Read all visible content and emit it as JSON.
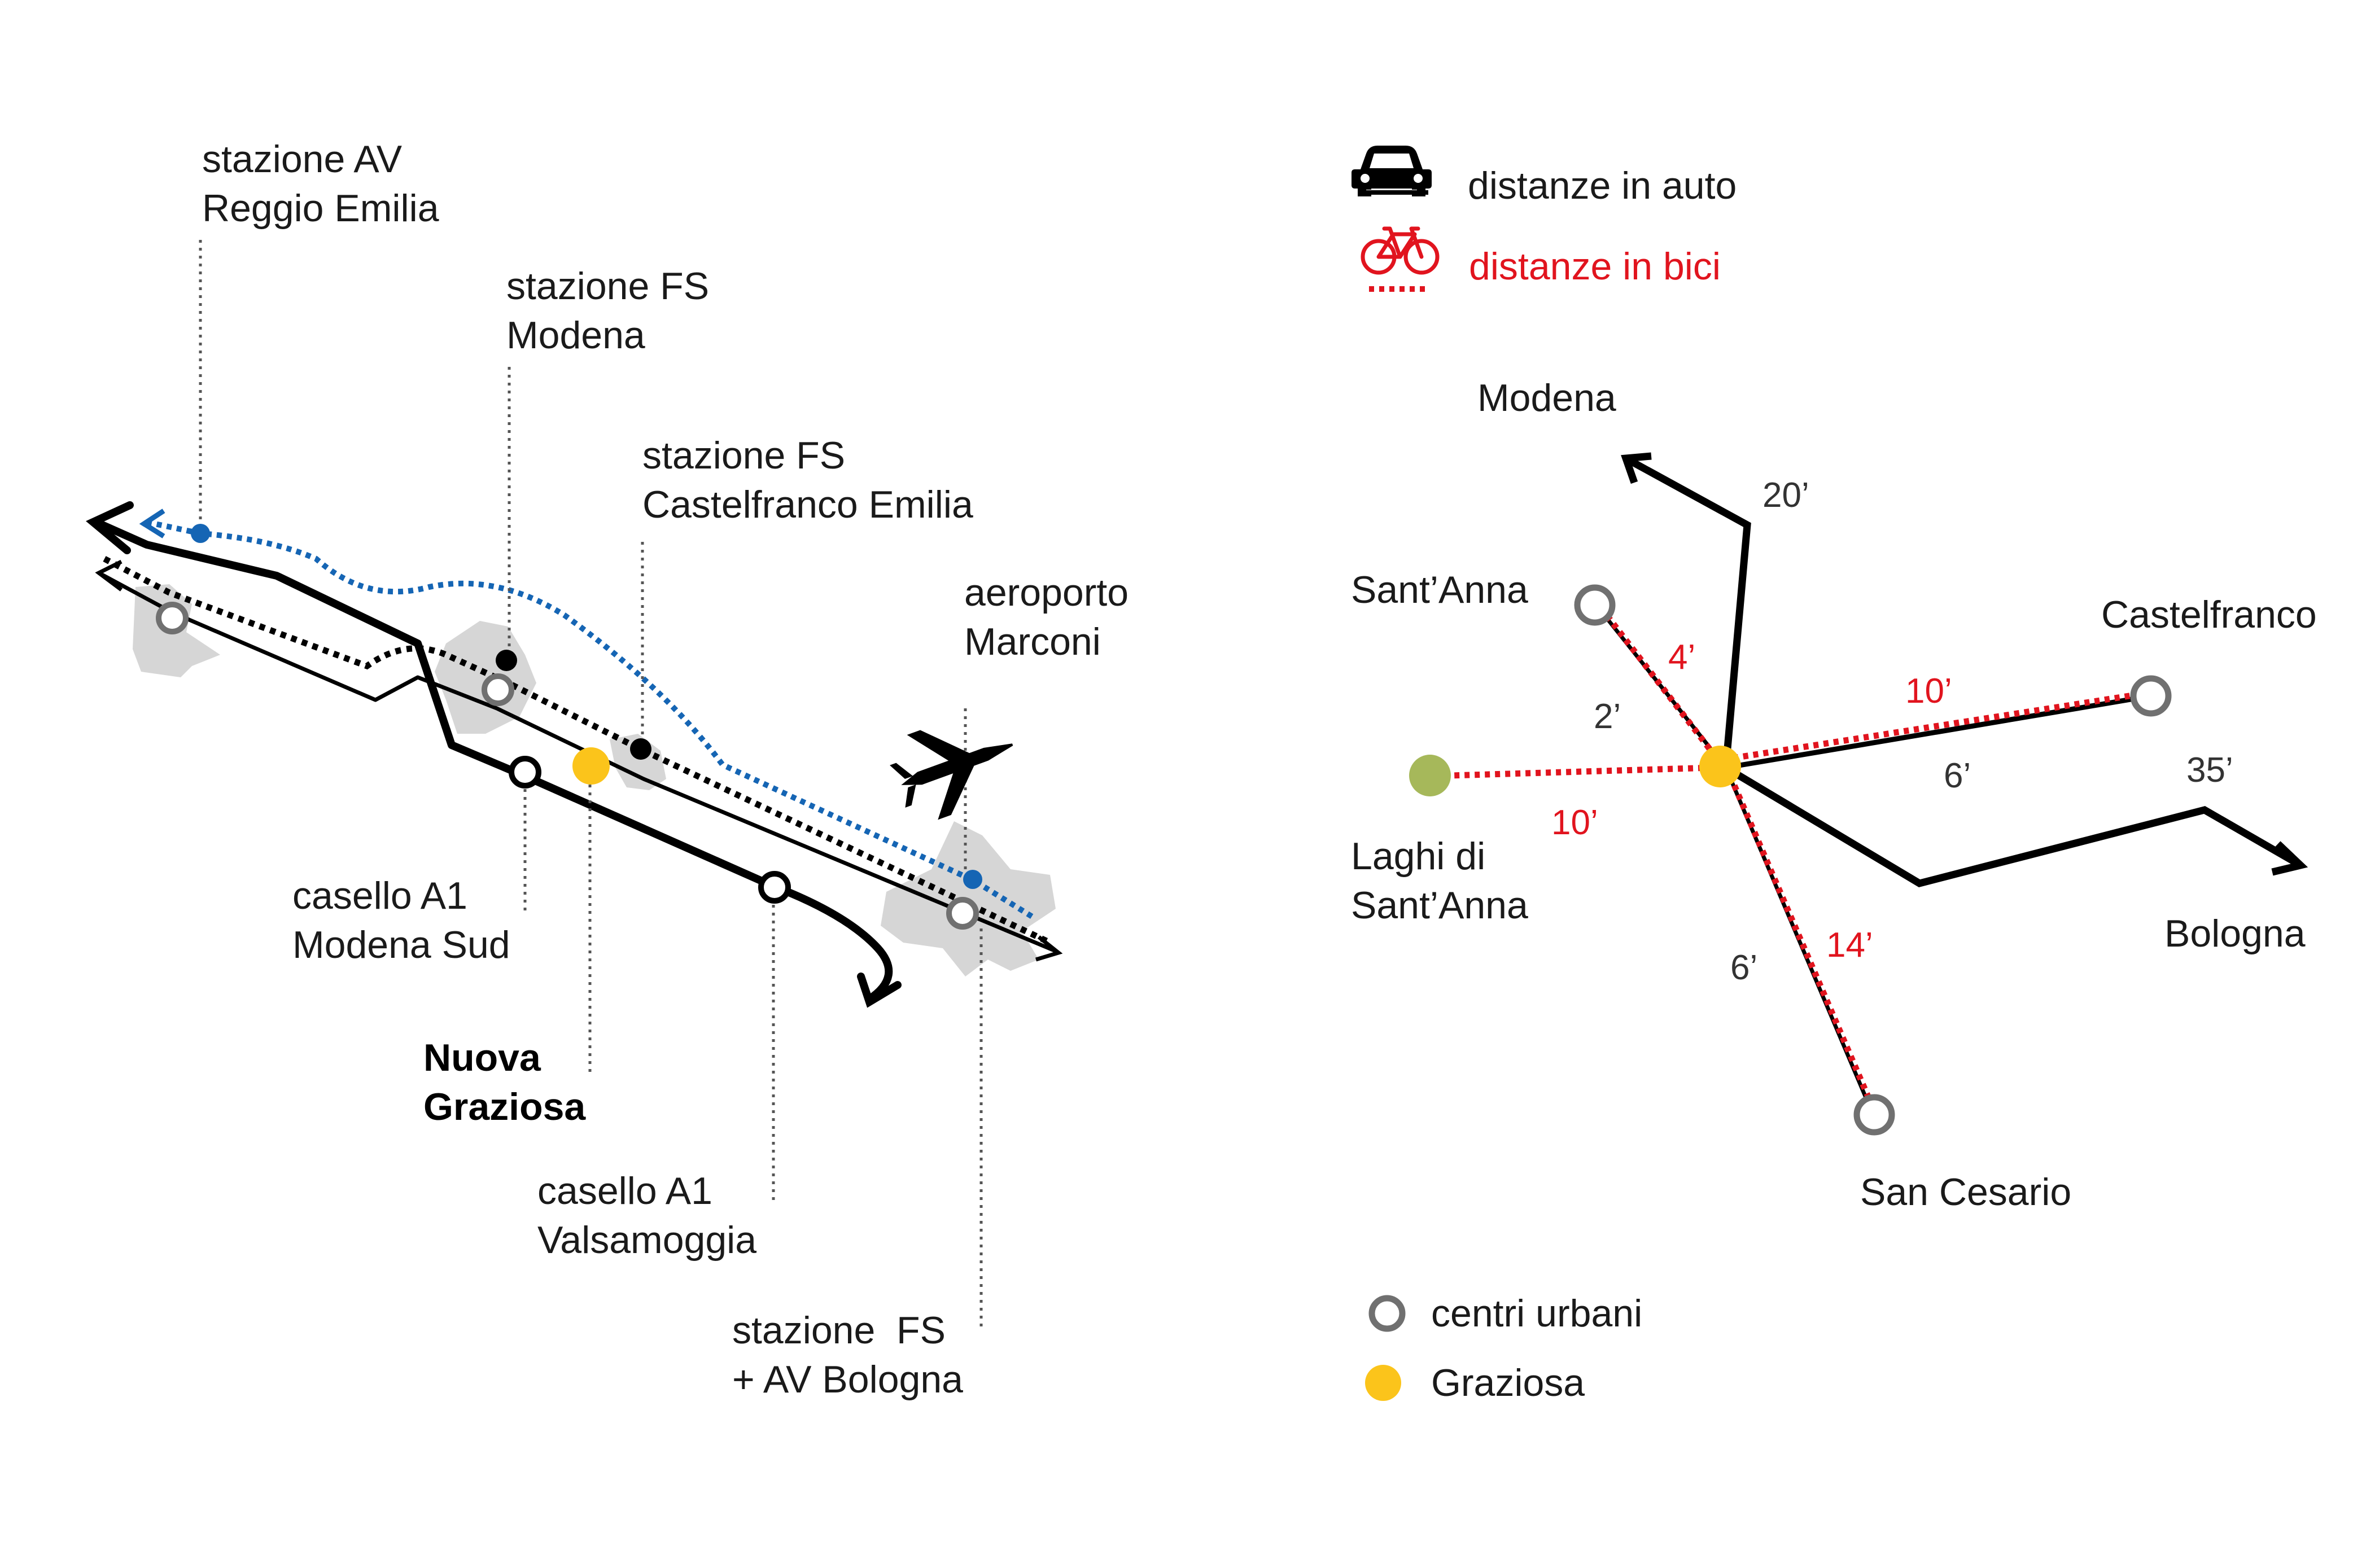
{
  "left_map": {
    "labels": {
      "stazione_av_reggio": [
        "stazione AV",
        "Reggio Emilia"
      ],
      "stazione_fs_modena": [
        "stazione FS",
        "Modena"
      ],
      "stazione_fs_castelfranco": [
        "stazione FS",
        "Castelfranco Emilia"
      ],
      "aeroporto_marconi": [
        "aeroporto",
        "Marconi"
      ],
      "casello_modena_sud": [
        "casello A1",
        "Modena Sud"
      ],
      "nuova_graziosa": [
        "Nuova",
        "Graziosa"
      ],
      "casello_valsamoggia": [
        "casello A1",
        "Valsamoggia"
      ],
      "stazione_bologna": [
        "stazione  FS",
        "+ AV Bologna"
      ]
    }
  },
  "legend_top": {
    "auto_label": "distanze in auto",
    "bici_label": "distanze in bici",
    "auto_icon": "car-icon",
    "bici_icon": "bicycle-icon"
  },
  "right_map": {
    "places": {
      "modena": "Modena",
      "santanna": "Sant’Anna",
      "castelfranco": "Castelfranco",
      "laghi": [
        "Laghi di",
        "Sant’Anna"
      ],
      "bologna": "Bologna",
      "san_cesario": "San Cesario"
    },
    "times": {
      "modena_car": "20’",
      "santanna_bike": "4’",
      "santanna_car": "2’",
      "castelfranco_bike": "10’",
      "castelfranco_car": "6’",
      "bologna_car": "35’",
      "laghi_bike": "10’",
      "sancesario_car": "6’",
      "sancesario_bike": "14’"
    }
  },
  "legend_bottom": {
    "centri_label": "centri urbani",
    "graziosa_label": "Graziosa"
  },
  "colors": {
    "black": "#000000",
    "red": "#e1141e",
    "blue": "#1565b4",
    "yellow": "#fbc41b",
    "green": "#a6b85a",
    "grey_ring": "#707070",
    "town_fill": "#d6d6d6"
  }
}
